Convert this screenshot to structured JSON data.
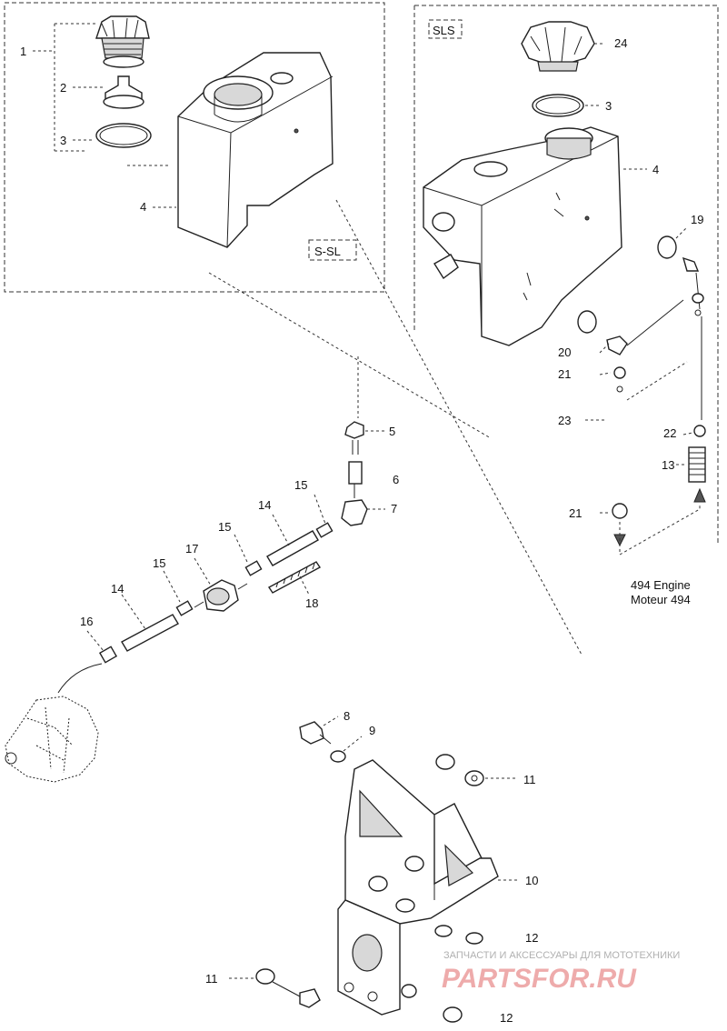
{
  "diagram": {
    "box_labels": {
      "s_sl": "S-SL",
      "sls": "SLS"
    },
    "callouts": {
      "c1": "1",
      "c2": "2",
      "c3a": "3",
      "c4a": "4",
      "c24": "24",
      "c3b": "3",
      "c4b": "4",
      "c19": "19",
      "c20": "20",
      "c21a": "21",
      "c23": "23",
      "c22": "22",
      "c13": "13",
      "c21b": "21",
      "c5": "5",
      "c6": "6",
      "c7": "7",
      "c15a": "15",
      "c14a": "14",
      "c15b": "15",
      "c17": "17",
      "c15c": "15",
      "c14b": "14",
      "c16": "16",
      "c18": "18",
      "c8": "8",
      "c9": "9",
      "c11a": "11",
      "c10": "10",
      "c12a": "12",
      "c11b": "11",
      "c12b": "12"
    },
    "engine_note": {
      "line1": "494 Engine",
      "line2": "Moteur 494"
    }
  },
  "watermark": {
    "subtitle": "ЗАПЧАСТИ И АКСЕССУАРЫ ДЛЯ МОТОТЕХНИКИ",
    "logo_text": "PARTSFOR.RU"
  }
}
